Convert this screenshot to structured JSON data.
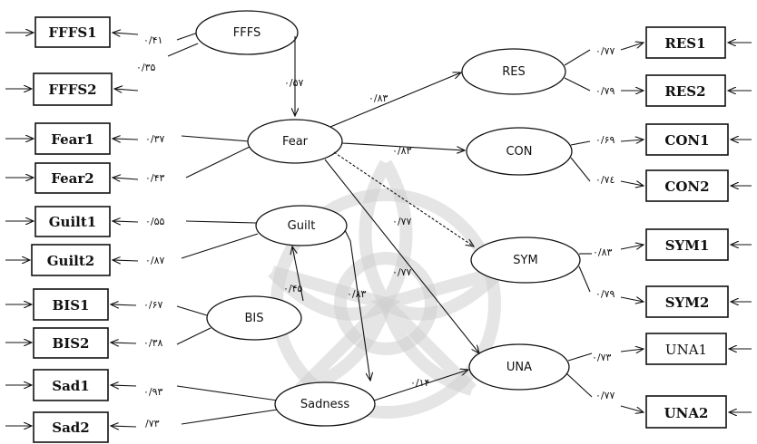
{
  "colors": {
    "line": "#111111",
    "watermark": "#cfcfcf",
    "background": "#ffffff"
  },
  "indicators": {
    "FFFS1": "FFFS1",
    "FFFS2": "FFFS2",
    "Fear1": "Fear1",
    "Fear2": "Fear2",
    "Guilt1": "Guilt1",
    "Guilt2": "Guilt2",
    "BIS1": "BIS1",
    "BIS2": "BIS2",
    "Sad1": "Sad1",
    "Sad2": "Sad2",
    "RES1": "RES1",
    "RES2": "RES2",
    "CON1": "CON1",
    "CON2": "CON2",
    "SYM1": "SYM1",
    "SYM2": "SYM2",
    "UNA1": "UNA1",
    "UNA2": "UNA2"
  },
  "latents": {
    "FFFS": "FFFS",
    "Fear": "Fear",
    "Guilt": "Guilt",
    "BIS": "BIS",
    "Sadness": "Sadness",
    "RES": "RES",
    "CON": "CON",
    "SYM": "SYM",
    "UNA": "UNA"
  },
  "coefficients": {
    "fffs_ffffs1": "۰/۴۱",
    "fffs_ffffs2": "۰/۳۵",
    "fear_fear1": "۰/۳۷",
    "fear_fear2": "۰/۴۳",
    "guilt_guilt1": "۰/۵۵",
    "guilt_guilt2": "۰/۸۷",
    "bis_bis1": "۰/۶۷",
    "bis_bis2": "۰/۳۸",
    "sad_sad1": "۰/۹۳",
    "sad_sad2": "/۷۳",
    "fffs_fear": "۰/۵۷",
    "bis_guilt": "۰/۴۵",
    "guilt_sadness": "۰/۸۳",
    "fear_res": "۰/۸۳",
    "fear_con": "۰/۸۳",
    "fear_sym": "۰/۷۷",
    "fear_una": "۰/۷۷",
    "sadness_una": "۰/۱۴",
    "res_res1": "۰/۷۷",
    "res_res2": "۰/۷۹",
    "con_con1": "۰/۶۹",
    "con_con2": "۰/۷٤",
    "sym_sym1": "۰/۸۳",
    "sym_sym2": "۰/۷۹",
    "una_una1": "۰/۷۳",
    "una_una2": "۰/۷۷"
  }
}
